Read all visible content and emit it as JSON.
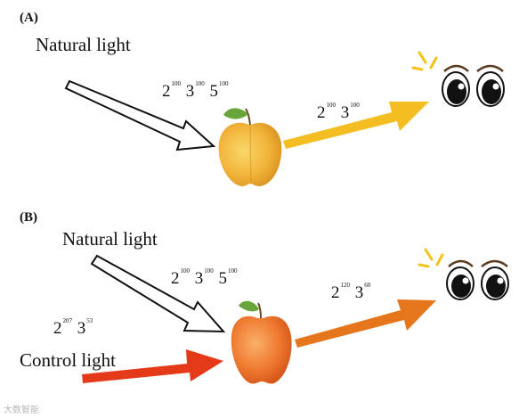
{
  "panel_a": {
    "label": "(A)",
    "natural_light": "Natural light",
    "incoming_values": {
      "bases": [
        "2",
        "3",
        "5"
      ],
      "exponents": [
        "100",
        "100",
        "100"
      ]
    },
    "outgoing_values": {
      "bases": [
        "2",
        "3"
      ],
      "exponents": [
        "100",
        "100"
      ]
    }
  },
  "panel_b": {
    "label": "(B)",
    "natural_light": "Natural light",
    "control_light": "Control light",
    "incoming_values": {
      "bases": [
        "2",
        "3",
        "5"
      ],
      "exponents": [
        "100",
        "100",
        "100"
      ]
    },
    "control_values": {
      "bases": [
        "2",
        "3"
      ],
      "exponents": [
        "207",
        "53"
      ]
    },
    "outgoing_values": {
      "bases": [
        "2",
        "3"
      ],
      "exponents": [
        "120",
        "60"
      ]
    }
  },
  "watermark": "大数智能",
  "colors": {
    "arrow_a_out": "#f4bd22",
    "arrow_b_control": "#e53a1a",
    "arrow_b_out": "#e6761c",
    "apple_a": "#f2b43a",
    "apple_b": "#f07a30",
    "leaf": "#6aa53c",
    "eye_rays": "#f2c318"
  },
  "icons": [
    "apple-icon",
    "eyes-icon",
    "arrow-icon"
  ]
}
